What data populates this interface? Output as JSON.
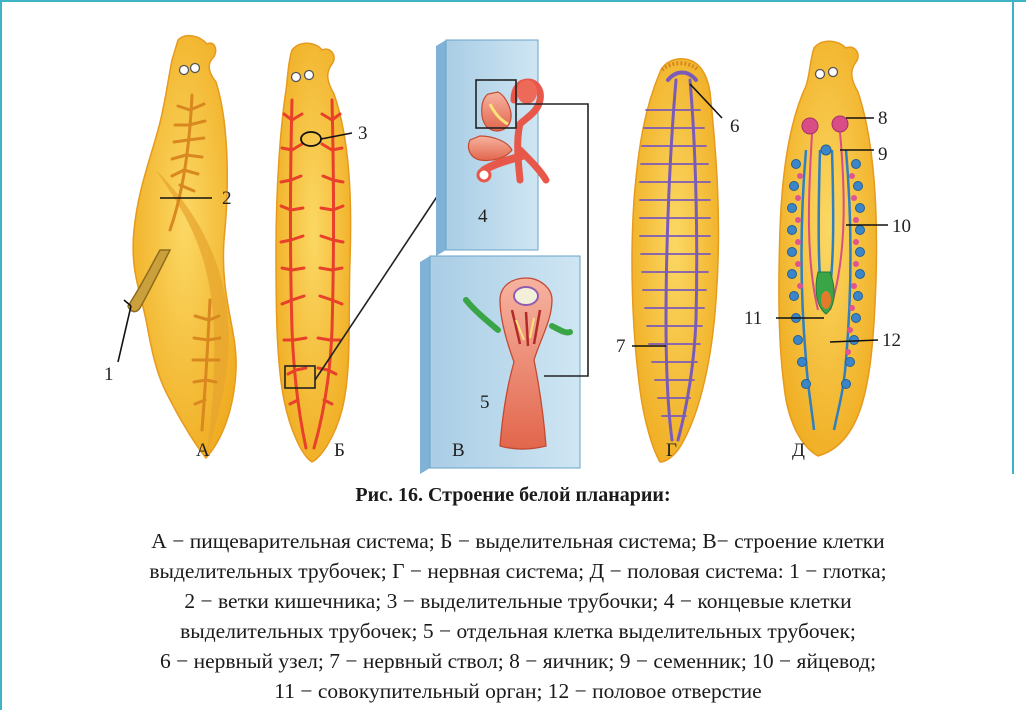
{
  "figure": {
    "panels": [
      {
        "key": "A",
        "letter": "А"
      },
      {
        "key": "B",
        "letter": "Б"
      },
      {
        "key": "V",
        "letter": "В"
      },
      {
        "key": "G",
        "letter": "Г"
      },
      {
        "key": "D",
        "letter": "Д"
      }
    ],
    "numbers": {
      "n1": "1",
      "n2": "2",
      "n3": "3",
      "n4": "4",
      "n5": "5",
      "n6": "6",
      "n7": "7",
      "n8": "8",
      "n9": "9",
      "n10": "10",
      "n11": "11",
      "n12": "12"
    }
  },
  "caption": {
    "title": "Рис. 16. Строение белой планарии:",
    "lines": [
      "А − пищеварительная система; Б − выделительная система; В− строение клетки",
      "выделительных трубочек; Г − нервная система; Д − половая система: 1 − глотка;",
      "2 − ветки кишечника; 3 − выделительные трубочки; 4 − концевые клетки",
      "выделительных трубочек; 5 − отдельная клетка выделительных трубочек;",
      "6 − нервный узел; 7 − нервный ствол; 8 − яичник; 9 − семенник; 10 − яйцевод;",
      "11 − совокупительный орган; 12 − половое отверстие"
    ]
  },
  "colors": {
    "frame": "#3fb4c6",
    "body_yellow": "#f7c23a",
    "gut_orange": "#e5902a",
    "excretory_red": "#e8402a",
    "nerve_purple": "#7b5bb8",
    "testis_blue": "#3a86c8",
    "ovary_pink": "#d94d86",
    "panel_blue": "#bcd9ec"
  }
}
